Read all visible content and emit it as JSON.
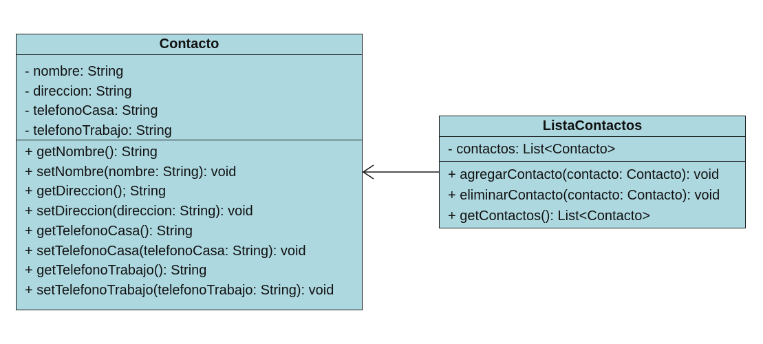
{
  "classes": {
    "contacto": {
      "name": "Contacto",
      "attributes": [
        "- nombre: String",
        "- direccion: String",
        "- telefonoCasa: String",
        "- telefonoTrabajo: String"
      ],
      "methods": [
        "+ getNombre(): String",
        "+ setNombre(nombre: String): void",
        "+ getDireccion(); String",
        "+ setDireccion(direccion: String): void",
        "+ getTelefonoCasa(): String",
        "+ setTelefonoCasa(telefonoCasa: String): void",
        "+ getTelefonoTrabajo(): String",
        "+ setTelefonoTrabajo(telefonoTrabajo: String): void"
      ]
    },
    "lista_contactos": {
      "name": "ListaContactos",
      "attributes": [
        "- contactos: List<Contacto>"
      ],
      "methods": [
        "+ agregarContacto(contacto: Contacto): void",
        "+ eliminarContacto(contacto: Contacto): void",
        "+ getContactos(): List<Contacto>"
      ]
    }
  },
  "relationship": {
    "type": "association",
    "from": "ListaContactos",
    "to": "Contacto",
    "arrow": "open"
  },
  "colors": {
    "class_fill": "#add8e0",
    "border": "#1a1a1a"
  }
}
